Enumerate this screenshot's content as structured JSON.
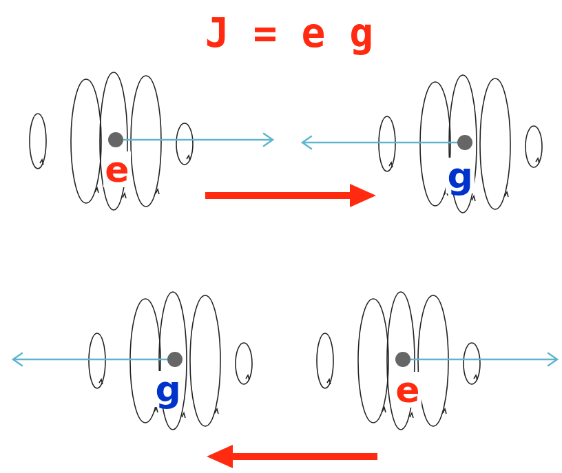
{
  "diagram": {
    "title": "J = e g",
    "labels": [
      "e",
      "g",
      "g",
      "e"
    ]
  }
}
